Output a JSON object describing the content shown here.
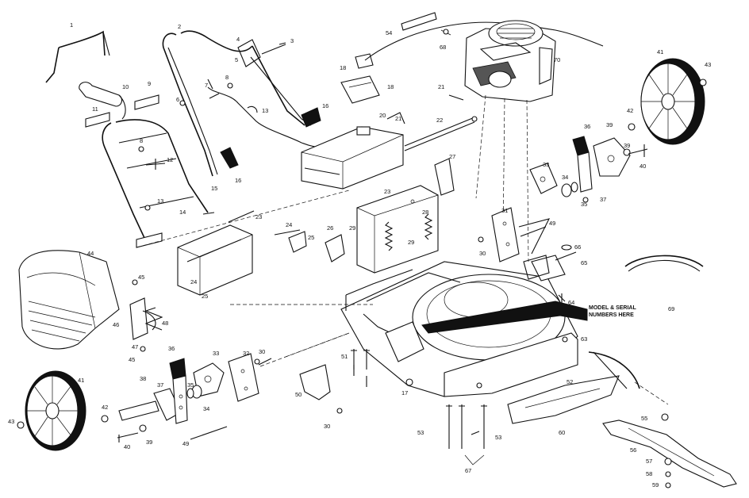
{
  "labels": {
    "p1": "1",
    "p2": "2",
    "p3": "3",
    "p4": "4",
    "p5": "5",
    "p6": "6",
    "p7": "7",
    "p8a": "8",
    "p8b": "8",
    "p9": "9",
    "p10": "10",
    "p11": "11",
    "p12": "12",
    "p13a": "13",
    "p13b": "13",
    "p14": "14",
    "p15": "15",
    "p16a": "16",
    "p16b": "16",
    "p17": "17",
    "p18a": "18",
    "p18b": "18",
    "p20": "20",
    "p21a": "21",
    "p21b": "21",
    "p22": "22",
    "p23a": "23",
    "p23b": "23",
    "p24a": "24",
    "p24b": "24",
    "p25a": "25",
    "p25b": "25",
    "p26": "26",
    "p27": "27",
    "p28": "28",
    "p29a": "29",
    "p29b": "29",
    "p30a": "30",
    "p30b": "30",
    "p30c": "30",
    "p31": "31",
    "p32": "32",
    "p33a": "33",
    "p33b": "33",
    "p34a": "34",
    "p34b": "34",
    "p35a": "35",
    "p35b": "35",
    "p36a": "36",
    "p36b": "36",
    "p37a": "37",
    "p37b": "37",
    "p38": "38",
    "p39a": "39",
    "p39b": "39",
    "p39c": "39",
    "p40a": "40",
    "p40b": "40",
    "p41a": "41",
    "p41b": "41",
    "p42a": "42",
    "p42b": "42",
    "p43a": "43",
    "p43b": "43",
    "p44": "44",
    "p45a": "45",
    "p45b": "45",
    "p46": "46",
    "p47": "47",
    "p48": "48",
    "p49a": "49",
    "p49b": "49",
    "p50": "50",
    "p51": "51",
    "p52": "52",
    "p53a": "53",
    "p53b": "53",
    "p54": "54",
    "p55": "55",
    "p56": "56",
    "p57": "57",
    "p58": "58",
    "p59": "59",
    "p60": "60",
    "p63": "63",
    "p64": "64",
    "p65": "65",
    "p66": "66",
    "p67": "67",
    "p68": "68",
    "p69": "69",
    "p70": "70"
  },
  "note": {
    "line1": "MODEL & SERIAL",
    "line2": "NUMBERS HERE"
  }
}
